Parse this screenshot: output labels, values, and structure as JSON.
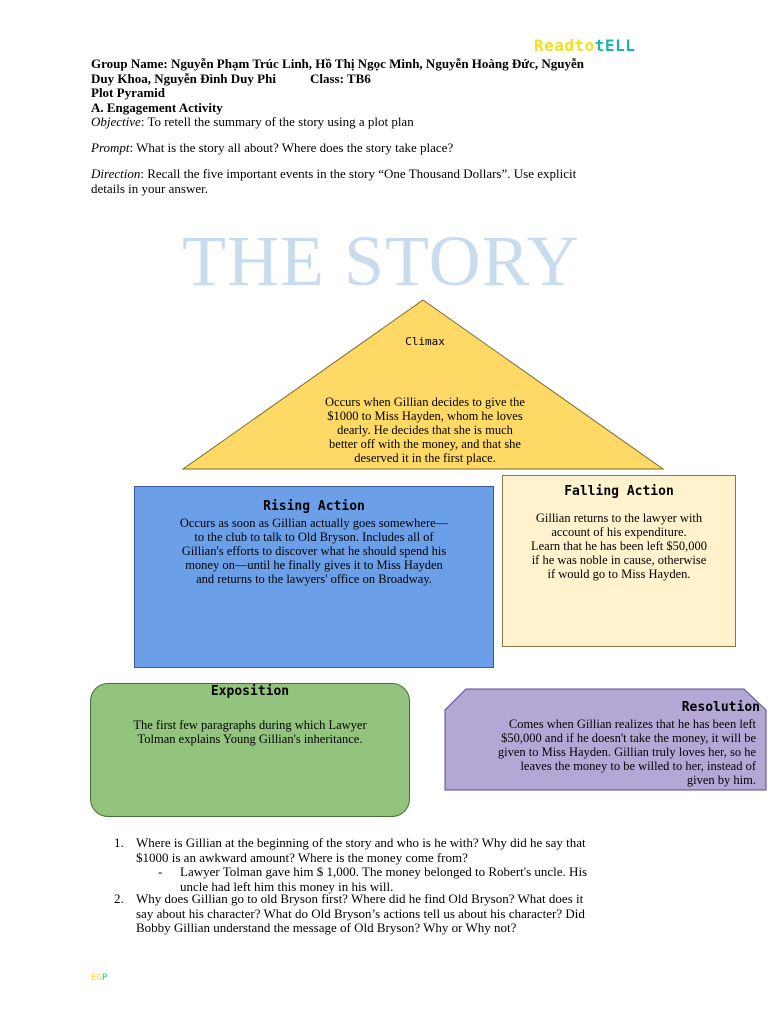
{
  "brand": {
    "part1": "Readto",
    "part2": "tELL",
    "color1": "#f2e01a",
    "color2": "#1fb4a8"
  },
  "header": {
    "group_label": "Group Name:",
    "group_members_line1": "Nguyễn Phạm Trúc Linh, Hồ Thị Ngọc Minh, Nguyễn Hoàng Đức, Nguyễn",
    "group_members_line2": "Duy Khoa, Nguyễn Đình Duy Phi",
    "class_label": "Class: TB6",
    "title1": "Plot Pyramid",
    "title2": "A. Engagement Activity"
  },
  "objective": {
    "label": "Objective",
    "text": ": To retell the summary of the story using a plot plan"
  },
  "prompt": {
    "label": "Prompt",
    "text": ": What is the story all about? Where does the story take place?"
  },
  "direction": {
    "label": "Direction",
    "text_line1": ": Recall the five important events in the story “One Thousand Dollars”. Use explicit",
    "text_line2": "details in your answer."
  },
  "watermark": "THE STORY",
  "climax": {
    "title": "Climax",
    "lines": [
      "Occurs when Gillian decides to give the",
      "$1000 to Miss Hayden, whom he loves",
      "dearly. He decides that she is much",
      "better off with the money, and that she",
      "deserved it in the first place."
    ],
    "color": "#ffd966"
  },
  "rising": {
    "title": "Rising Action",
    "lines": [
      "Occurs as soon as Gillian actually goes somewhere—",
      "to the club to talk to Old Bryson. Includes all of",
      "Gillian's efforts to discover what he should spend his",
      "money on—until he finally gives it to Miss Hayden",
      "and returns to the lawyers' office on Broadway."
    ],
    "color": "#6b9fe8"
  },
  "falling": {
    "title": "Falling Action",
    "lines": [
      "Gillian returns to the lawyer with",
      "account of his expenditure.",
      "Learn that he has been left $50,000",
      "if he was noble in cause, otherwise",
      "if would go to Miss Hayden."
    ],
    "color": "#fff2cc"
  },
  "exposition": {
    "title": "Exposition",
    "lines": [
      "The first few paragraphs during which Lawyer",
      "Tolman explains Young Gillian's inheritance."
    ],
    "color": "#93c47d"
  },
  "resolution": {
    "title": "Resolution",
    "lines": [
      "Comes when Gillian realizes that he has been left",
      "$50,000 and if he doesn't take the money, it will be",
      "given to Miss Hayden. Gillian truly loves her, so he",
      "leaves the money to be willed to her, instead of",
      "given by him."
    ],
    "color": "#b4a7d6"
  },
  "questions": {
    "q1_num": "1.",
    "q1_line1": "Where is Gillian at the beginning of the story and who is he with? Why did he say that",
    "q1_line2": "$1000 is an awkward amount? Where is the money come from?",
    "a1_dash": "-",
    "a1_line1": "Lawyer Tolman gave him $ 1,000. The money belonged to Robert's uncle. His",
    "a1_line2": "uncle had left him this money in his will.",
    "q2_num": "2.",
    "q2_line1": "Why does Gillian go to old Bryson first? Where did he find Old Bryson? What does it",
    "q2_line2": "say about his character? What do Old Bryson’s actions tell us about his character? Did",
    "q2_line3": "Bobby Gillian understand the message of Old Bryson? Why or Why not?"
  },
  "footer": {
    "part1": "EG",
    "part2": "P"
  }
}
